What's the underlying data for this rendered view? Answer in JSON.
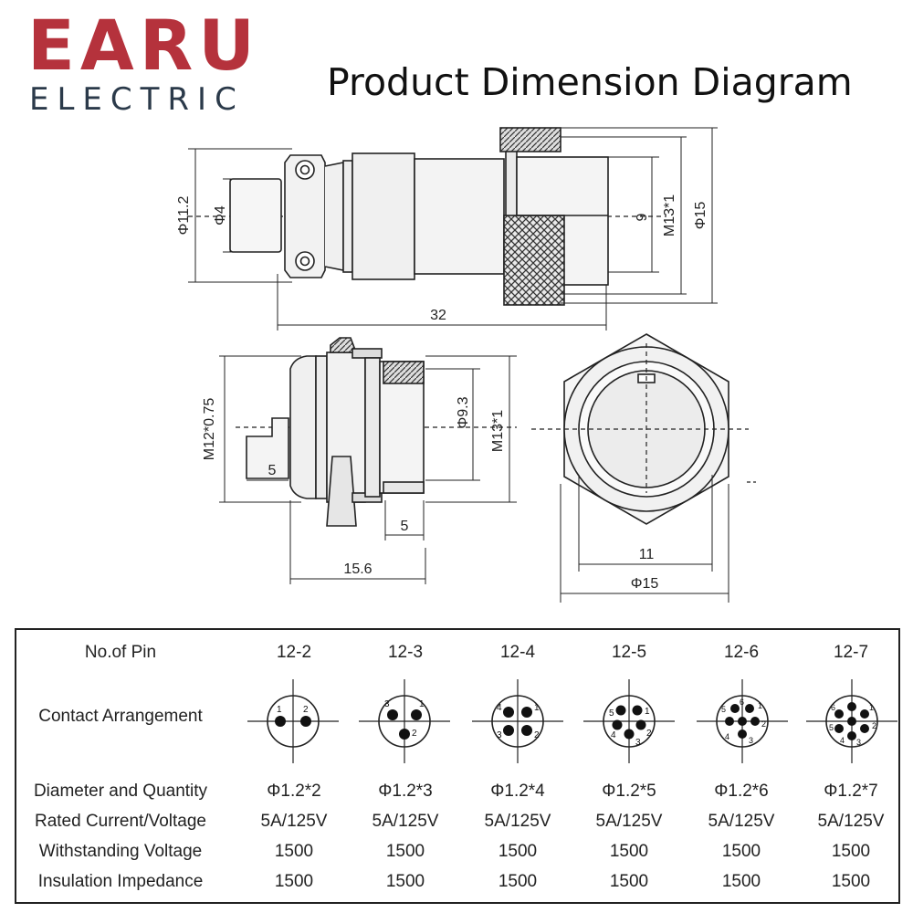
{
  "brand": {
    "name": "EARU",
    "subtitle": "ELECTRIC",
    "color": "#b5323c",
    "subcolor": "#2b3a4a"
  },
  "title": "Product Dimension Diagram",
  "dimensions": {
    "top_view": {
      "d11_2": "Φ11.2",
      "d4": "Φ4",
      "d9": "9",
      "m13": "M13*1",
      "d15": "Φ15",
      "len32": "32"
    },
    "side_view": {
      "m12": "M12*0.75",
      "d9_3": "Φ9.3",
      "m13": "M13*1",
      "five_a": "5",
      "five_b": "5",
      "len15_6": "15.6"
    },
    "front_view": {
      "eleven": "11",
      "d15": "Φ15"
    }
  },
  "table": {
    "row_labels": [
      "No.of  Pin",
      "Contact Arrangement",
      "Diameter and Quantity",
      "Rated Current/Voltage",
      "Withstanding Voltage",
      "Insulation Impedance"
    ],
    "models": [
      {
        "pin": "12-2",
        "diameter": "Φ1.2*2",
        "rated": "5A/125V",
        "withstanding": "1500",
        "insulation": "1500",
        "pin_count": 2
      },
      {
        "pin": "12-3",
        "diameter": "Φ1.2*3",
        "rated": "5A/125V",
        "withstanding": "1500",
        "insulation": "1500",
        "pin_count": 3
      },
      {
        "pin": "12-4",
        "diameter": "Φ1.2*4",
        "rated": "5A/125V",
        "withstanding": "1500",
        "insulation": "1500",
        "pin_count": 4
      },
      {
        "pin": "12-5",
        "diameter": "Φ1.2*5",
        "rated": "5A/125V",
        "withstanding": "1500",
        "insulation": "1500",
        "pin_count": 5
      },
      {
        "pin": "12-6",
        "diameter": "Φ1.2*6",
        "rated": "5A/125V",
        "withstanding": "1500",
        "insulation": "1500",
        "pin_count": 6
      },
      {
        "pin": "12-7",
        "diameter": "Φ1.2*7",
        "rated": "5A/125V",
        "withstanding": "1500",
        "insulation": "1500",
        "pin_count": 7
      }
    ]
  }
}
